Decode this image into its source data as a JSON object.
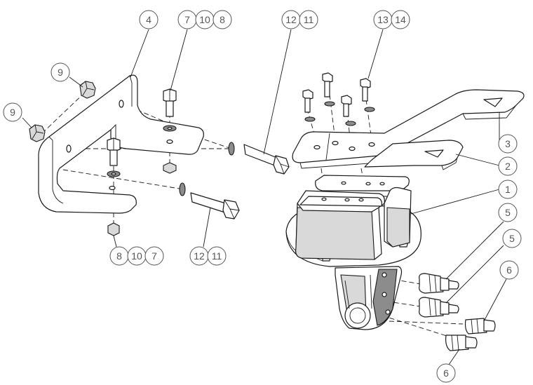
{
  "balloons": {
    "b1": "1",
    "b2": "2",
    "b3": "3",
    "b4": "4",
    "b5a": "5",
    "b5b": "5",
    "b6a": "6",
    "b6b": "6",
    "b9a": "9",
    "b9b": "9",
    "g7_10_8": [
      "7",
      "10",
      "8"
    ],
    "g8_10_7": [
      "8",
      "10",
      "7"
    ],
    "g12_11_mid": [
      "12",
      "11"
    ],
    "g12_11_bottom": [
      "12",
      "11"
    ],
    "g13_14": [
      "13",
      "14"
    ]
  }
}
